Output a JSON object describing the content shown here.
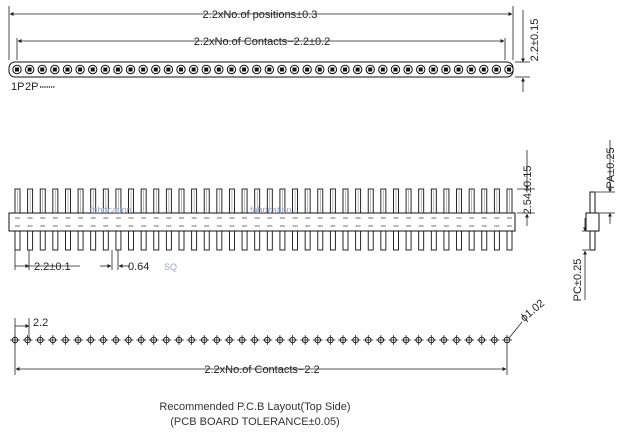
{
  "header": {
    "pitch_count": 40,
    "dims": {
      "positions_length": "2.2xNo.of positions±0.3",
      "contacts_length": "2.2xNo.of Contacts−2.2±0.2",
      "body_height": "2.2±0.15",
      "pin_height": "2.54±0.15",
      "pitch": "2.2±0.1",
      "pin_square": "0.64",
      "square_mark": "SQ",
      "pa": "PA±0.25",
      "pc": "PC±0.25",
      "layout_pitch": "2.2",
      "layout_length": "2.2xNo.of Contacts−2.2",
      "hole_dia": "ϕ1.02"
    },
    "pin_labels": {
      "p1": "1P",
      "p2": "2P"
    },
    "watermark": "fabrication",
    "caption": {
      "line1": "Recommended P.C.B Layout(Top Side)",
      "line2": "(PCB BOARD TOLERANCE±0.05)"
    }
  }
}
